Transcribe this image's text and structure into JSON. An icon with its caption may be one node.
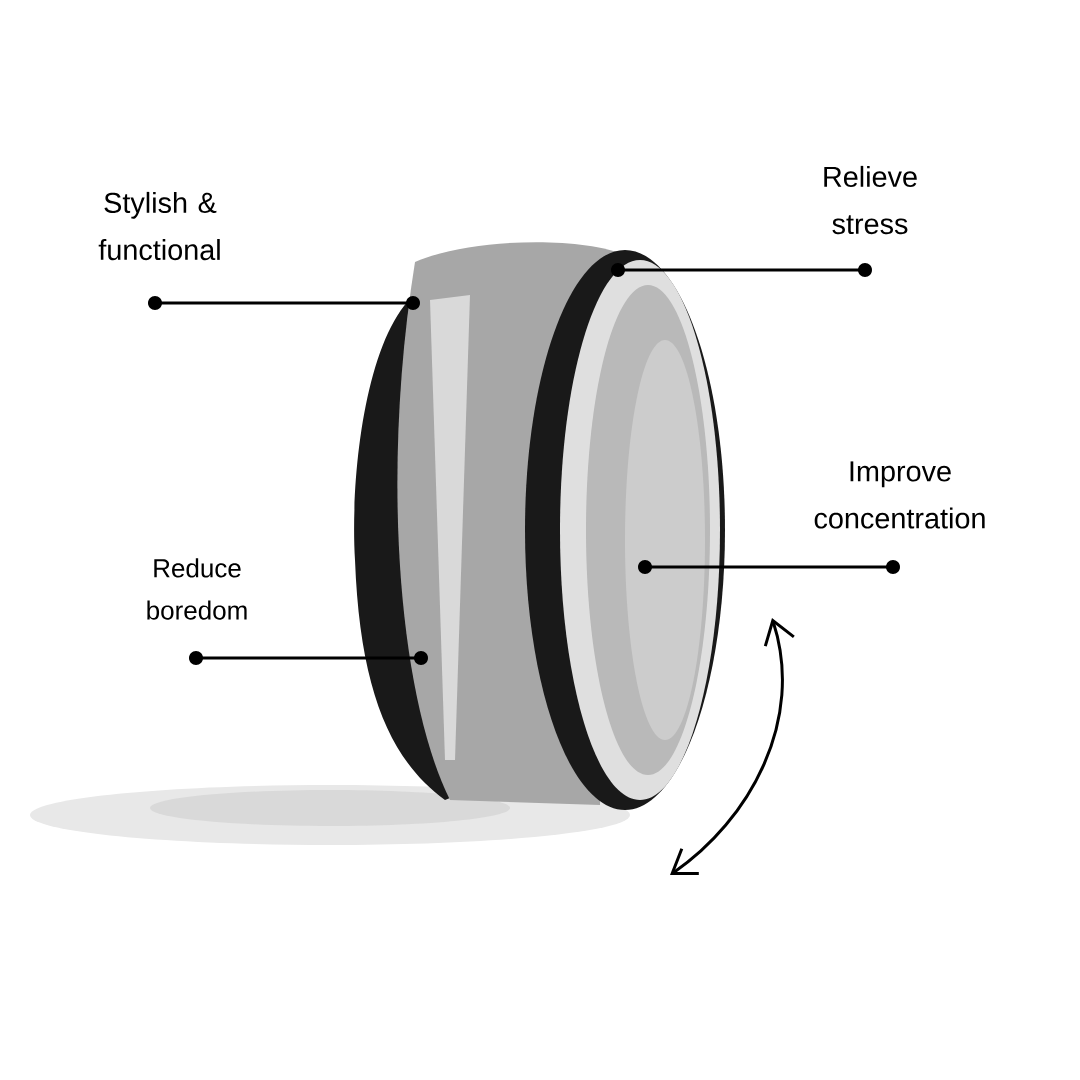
{
  "diagram": {
    "nodes": [
      {
        "text": [
          "Stylish & functional"
        ]
      },
      {
        "text": [
          "Relieve stress"
        ]
      },
      {
        "text": [
          "Improve concentration"
        ]
      },
      {
        "text": [
          "Reduce boredom"
        ]
      }
    ],
    "edges": [
      {
        "from": 0,
        "to": null,
        "arrow": "other"
      },
      {
        "from": 1,
        "to": null,
        "arrow": "other"
      },
      {
        "from": 2,
        "to": null,
        "arrow": "other"
      },
      {
        "from": 3,
        "to": null,
        "arrow": "other"
      }
    ]
  }
}
